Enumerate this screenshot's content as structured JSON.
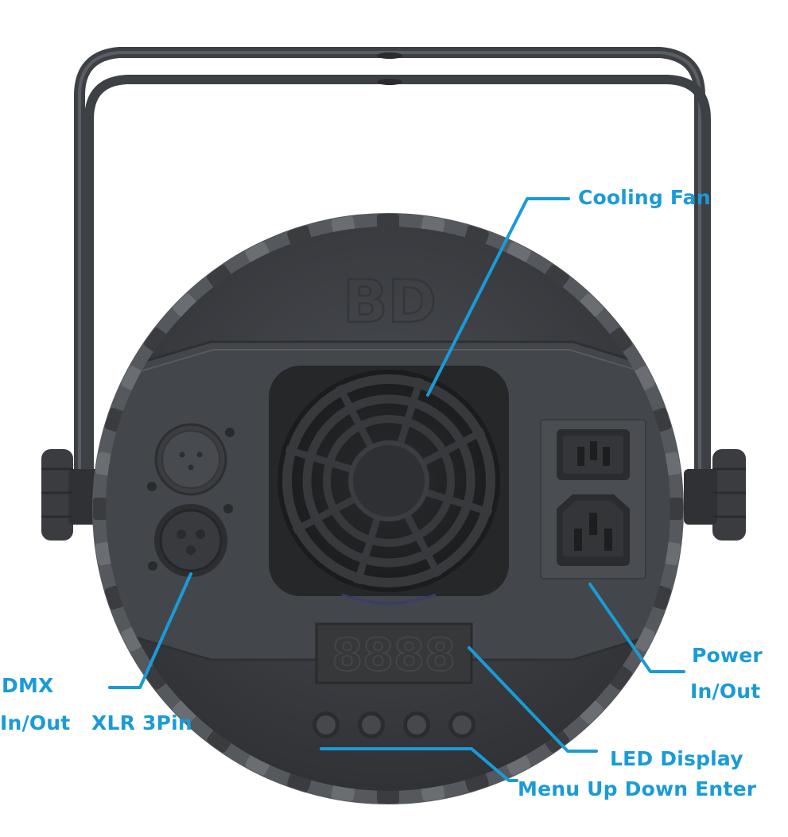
{
  "colors": {
    "callout": "#1a9bd7",
    "housing": "#3f4246",
    "housing_dark": "#2c2e31",
    "yoke": "#4a4d51",
    "background": "#ffffff"
  },
  "fixture": {
    "brand_mark": "BD",
    "display_digits": "8888",
    "buttons": [
      "menu",
      "up",
      "down",
      "enter"
    ]
  },
  "labels": {
    "cooling_fan": "Cooling Fan",
    "power_line1": "Power",
    "power_line2": "In/Out",
    "dmx_line1": "DMX",
    "dmx_line2": "In/Out",
    "xlr": "XLR 3Pin",
    "led_display": "LED Display",
    "buttons": "Menu Up Down Enter"
  }
}
